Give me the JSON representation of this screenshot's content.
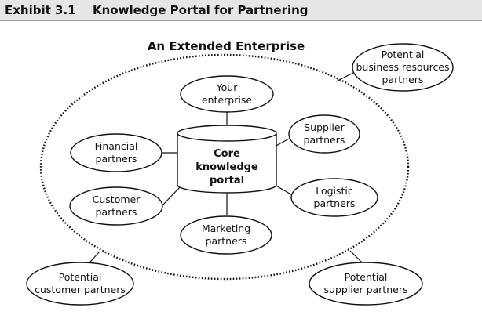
{
  "exhibit": {
    "number": "Exhibit 3.1",
    "title": "Knowledge Portal for Partnering"
  },
  "diagram": {
    "title": "An Extended Enterprise",
    "core": {
      "lines": [
        "Core",
        "knowledge",
        "portal"
      ]
    },
    "inner_partners": {
      "your_enterprise": [
        "Your",
        "enterprise"
      ],
      "supplier": [
        "Supplier",
        "partners"
      ],
      "financial": [
        "Financial",
        "partners"
      ],
      "customer": [
        "Customer",
        "partners"
      ],
      "logistic": [
        "Logistic",
        "partners"
      ],
      "marketing": [
        "Marketing",
        "partners"
      ]
    },
    "outer_potentials": {
      "business_resources": [
        "Potential",
        "business resources",
        "partners"
      ],
      "customer": [
        "Potential",
        "customer partners"
      ],
      "supplier": [
        "Potential",
        "supplier partners"
      ]
    }
  }
}
